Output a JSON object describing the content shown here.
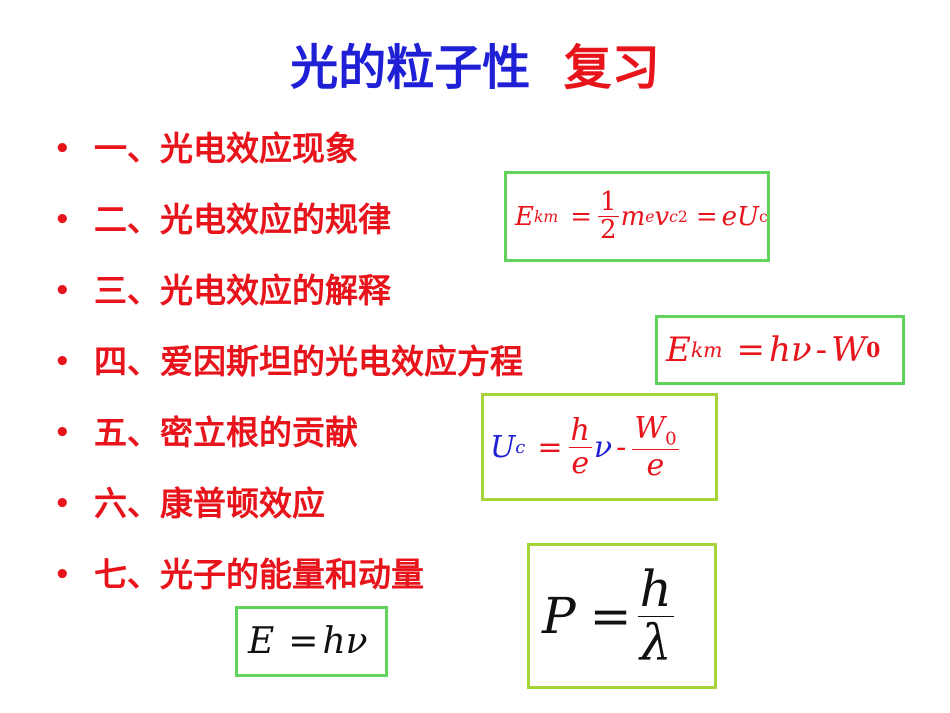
{
  "title": {
    "part1": "光的粒子性",
    "part2": "复习"
  },
  "bullet_glyph": "•",
  "bullets": [
    "一、光电效应现象",
    "二、光电效应的规律",
    "三、光电效应的解释",
    "四、爱因斯坦的光电效应方程",
    "五、密立根的贡献",
    "六、康普顿效应",
    "七、光子的能量和动量"
  ],
  "formulas": {
    "f1": {
      "E": "E",
      "km": "km",
      "eq1": "=",
      "num": "1",
      "den": "2",
      "m": "m",
      "e_sub": "e",
      "v": "v",
      "c_sub": "c",
      "sq": "2",
      "eq2": "=",
      "eU": "eU",
      "c2": "c"
    },
    "f2": {
      "E": "E",
      "km": "km",
      "eq": "=",
      "h": "h",
      "nu": "ν",
      "minus": "-",
      "W": "W",
      "zero": "0"
    },
    "f3": {
      "U": "U",
      "c": "c",
      "eq": "=",
      "h": "h",
      "e1": "e",
      "nu": "ν",
      "minus": "-",
      "W": "W",
      "zero": "0",
      "e2": "e"
    },
    "f4": {
      "P": "P",
      "eq": "=",
      "h": "h",
      "lambda": "λ"
    },
    "f5": {
      "E": "E",
      "eq": "=",
      "hv": "hν"
    }
  },
  "colors": {
    "title_blue": "#1f1fd6",
    "red": "#e8141c",
    "blue": "#1f1fd6",
    "black": "#111111",
    "box_green": "#5fd35a",
    "box_yellowgreen": "#a6d23a"
  }
}
